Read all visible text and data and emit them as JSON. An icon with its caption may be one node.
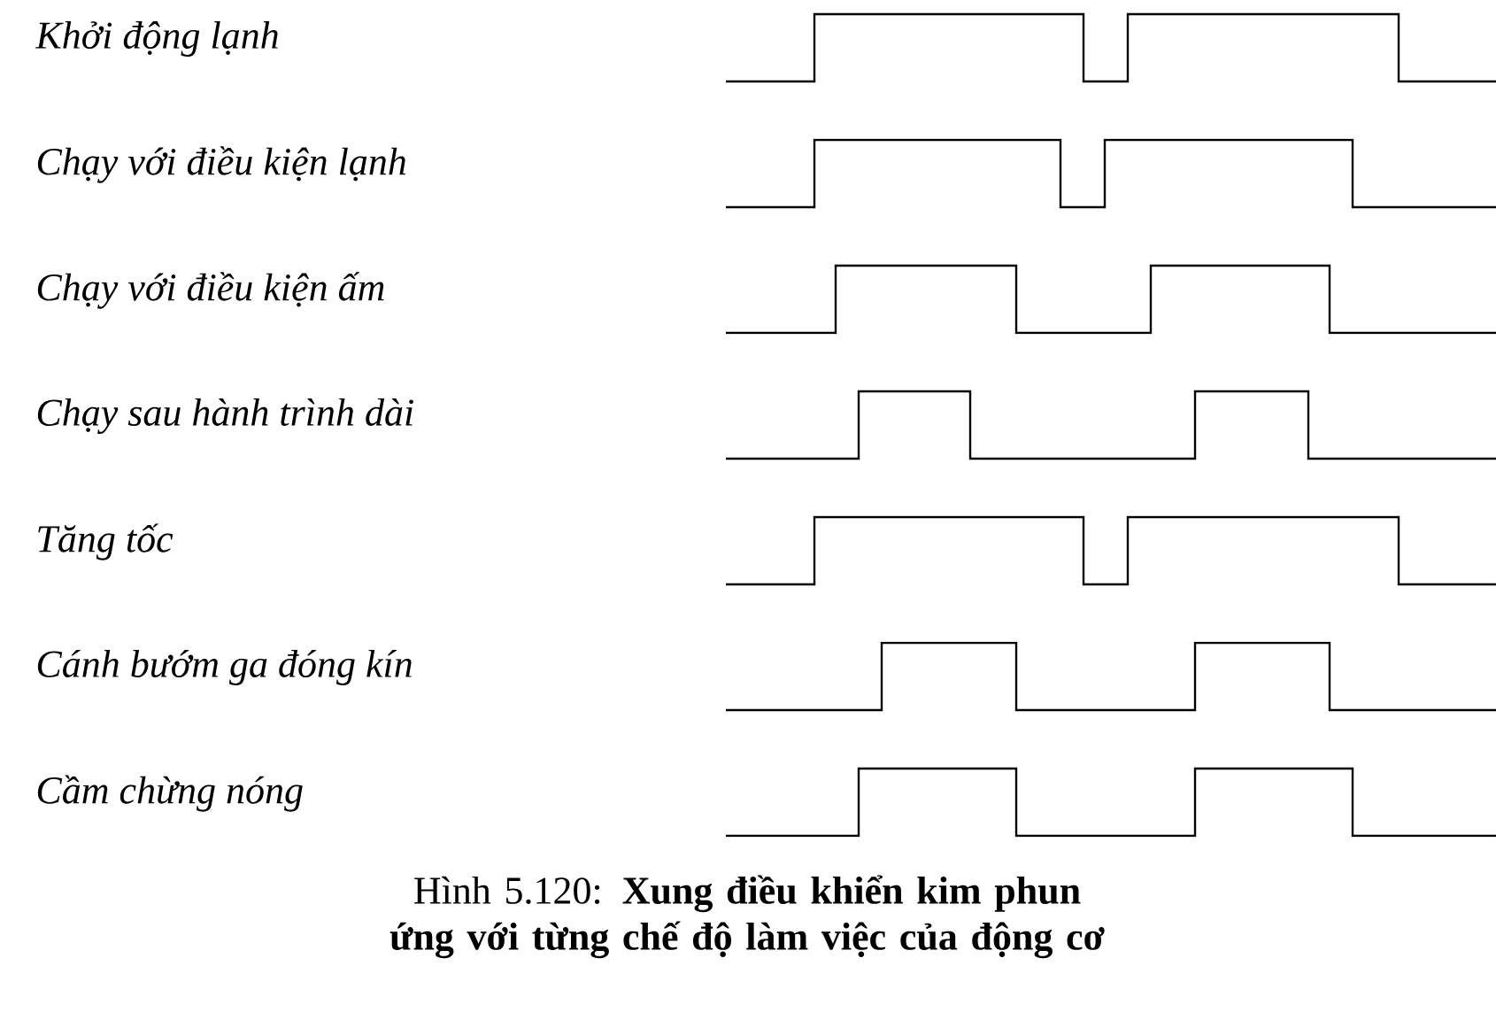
{
  "diagram": {
    "caption": "Hình 5.120: **Xung điều khiển kim phun ứng với từng chế độ làm việc của động cơ**",
    "labels": [
      "Khởi động lạnh",
      "Chạy với điều kiện lạnh",
      "Chạy với điều kiện ấm",
      "Chạy sau hành trình dài",
      "Tăng tốc",
      "Cánh bướm ga đóng kín",
      "Cầm chừng nóng"
    ]
  }
}
